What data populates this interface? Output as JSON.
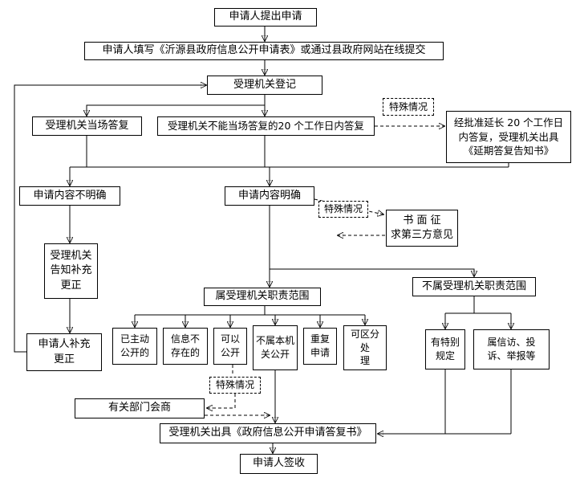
{
  "nodes": {
    "apply": {
      "label": "申请人提出申请"
    },
    "fill_form": {
      "label": "申请人填写《沂源县政府信息公开申请表》或通过县政府网站在线提交"
    },
    "register": {
      "label": "受理机关登记"
    },
    "onsite_reply": {
      "label": "受理机关当场答复"
    },
    "reply_20days": {
      "label": "受理机关不能当场答复的20 个工作日内答复"
    },
    "special_1": {
      "label": "特殊情况"
    },
    "extended": {
      "label": "经批准延长 20 个工作日\n内答复，受理机关出具\n《延期答复告知书》"
    },
    "unclear": {
      "label": "申请内容不明确"
    },
    "clear": {
      "label": "申请内容明确"
    },
    "special_2": {
      "label": "特殊情况"
    },
    "third_party": {
      "label": "书 面 征\n求第三方意见"
    },
    "notify": {
      "label": "受理机关\n告知补充\n更正"
    },
    "supplement": {
      "label": "申请人补充\n更正"
    },
    "in_scope": {
      "label": "属受理机关职责范围"
    },
    "out_scope": {
      "label": "不属受理机关职责范围"
    },
    "published": {
      "label": "已主动\n公开的"
    },
    "not_exist": {
      "label": "信息不\n存在的"
    },
    "can_open": {
      "label": "可以\n公开"
    },
    "not_this_org": {
      "label": "不属本机\n关公开"
    },
    "repeat": {
      "label": "重复\n申请"
    },
    "separable": {
      "label": "可区分处\n理"
    },
    "special_rule": {
      "label": "有特别\n规定"
    },
    "petition": {
      "label": "属信访、投\n诉、举报等"
    },
    "special_3": {
      "label": "特殊情况"
    },
    "consult": {
      "label": "有关部门会商"
    },
    "reply_doc": {
      "label": "受理机关出具《政府信息公开申请答复书》"
    },
    "sign": {
      "label": "申请人签收"
    }
  },
  "colors": {
    "line": "#000000",
    "border": "#000000",
    "background": "#ffffff"
  }
}
